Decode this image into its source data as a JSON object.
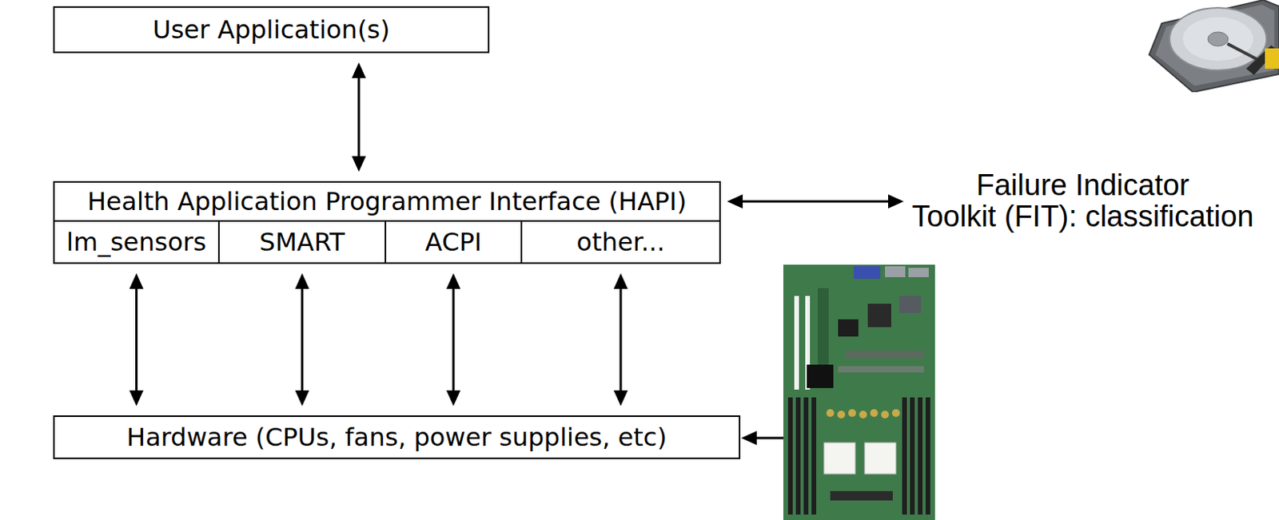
{
  "diagram": {
    "nodes": [
      {
        "text": [
          "User Application(s)"
        ]
      },
      {
        "text": [
          "Health Application Programmer Interface (HAPI)"
        ]
      },
      {
        "text": [
          "lm_sensors"
        ]
      },
      {
        "text": [
          "SMART"
        ]
      },
      {
        "text": [
          "ACPI"
        ]
      },
      {
        "text": [
          "other..."
        ]
      },
      {
        "text": [
          "Hardware (CPUs, fans, power supplies, etc)"
        ]
      },
      {
        "text": [
          "Failure Indicator",
          "Toolkit (FIT): classification"
        ]
      }
    ],
    "edges": [
      {
        "from": 0,
        "to": 1,
        "arrow": "both"
      },
      {
        "from": 1,
        "to": 7,
        "arrow": "both"
      },
      {
        "from": 2,
        "to": 6,
        "arrow": "both"
      },
      {
        "from": 3,
        "to": 6,
        "arrow": "both"
      },
      {
        "from": 4,
        "to": 6,
        "arrow": "both"
      },
      {
        "from": 5,
        "to": 6,
        "arrow": "both"
      }
    ]
  }
}
